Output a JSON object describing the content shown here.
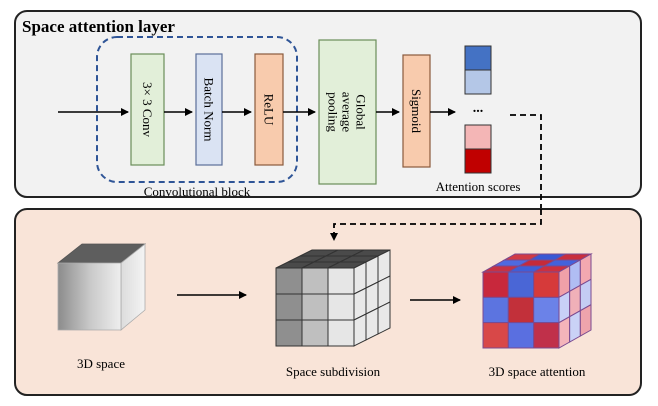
{
  "title": "Space attention layer",
  "blocks": {
    "conv": "3× 3 Conv",
    "bn": "Batch Norm",
    "relu": "ReLU",
    "gap_line1": "Global",
    "gap_line2": "average",
    "gap_line3": "pooling",
    "sigmoid": "Sigmoid"
  },
  "labels": {
    "conv_block": "Convolutional block",
    "attention_scores": "Attention scores",
    "ellipsis": "...",
    "space_3d": "3D space",
    "space_subdivision": "Space subdivision",
    "space_attention": "3D space attention"
  },
  "colors": {
    "top_panel_bg": "#f2f2f2",
    "bottom_panel_bg": "#f9e4d8",
    "conv_fill": "#e2efd9",
    "conv_stroke": "#6b8e5a",
    "bn_fill": "#dae3f3",
    "bn_stroke": "#5b6f99",
    "relu_fill": "#f8cbad",
    "relu_stroke": "#8a5a3c",
    "dashed_block": "#2f5597",
    "score_blue_dark": "#4472c4",
    "score_blue_light": "#b4c7e7",
    "score_red_light": "#f4b6b6",
    "score_red_dark": "#c00000"
  }
}
